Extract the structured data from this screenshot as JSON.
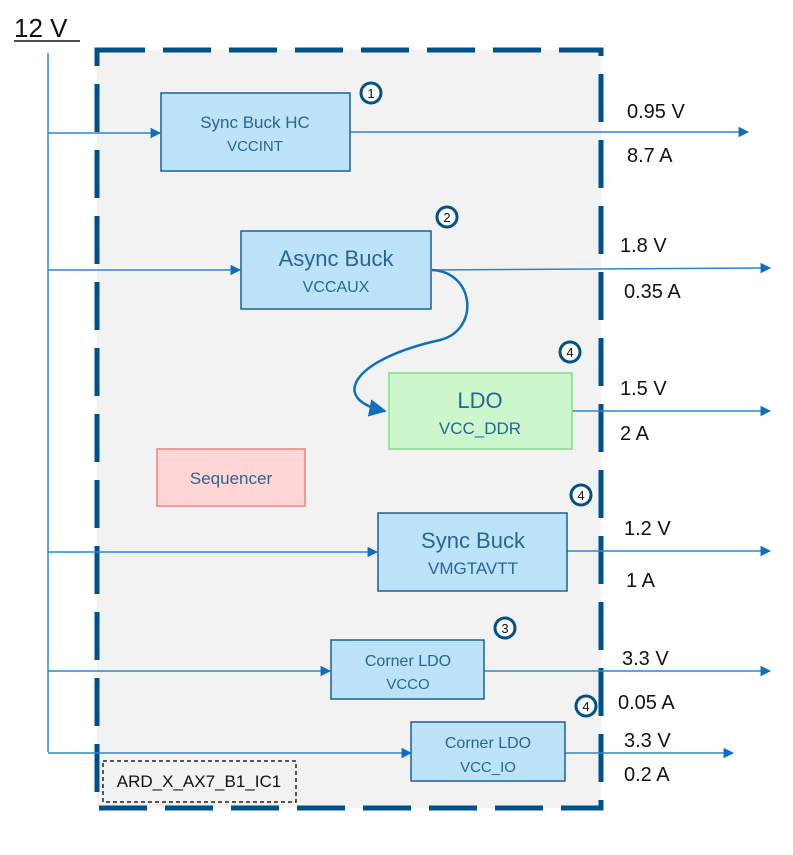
{
  "input_rail": {
    "label": "12 V"
  },
  "colors": {
    "border_dash": "#00508C",
    "ic_fill": "#F2F2F2",
    "wire": "#2E86C8",
    "arrow": "#0F6FBF",
    "buck_fill": "#BDE3FB",
    "buck_stroke": "#1F5E96",
    "block_text": "#2A6496",
    "ldo_fill": "#CCF7CC",
    "ldo_stroke": "#7EE07E",
    "seq_fill": "#FFD6D6",
    "seq_stroke": "#F08080",
    "badge_stroke": "#00508C",
    "output_text": "#111111"
  },
  "ic_label": "ARD_X_AX7_B1_IC1",
  "sequencer": {
    "label": "Sequencer"
  },
  "blocks": [
    {
      "id": "vccint",
      "type": "buck",
      "title": "Sync Buck HC",
      "rail": "VCCINT",
      "badge": "1",
      "voltage": "0.95 V",
      "current": "8.7 A"
    },
    {
      "id": "vccaux",
      "type": "buck",
      "title": "Async Buck",
      "rail": "VCCAUX",
      "badge": "2",
      "voltage": "1.8 V",
      "current": "0.35 A"
    },
    {
      "id": "vcc_ddr",
      "type": "ldo",
      "title": "LDO",
      "rail": "VCC_DDR",
      "badge": "4",
      "voltage": "1.5 V",
      "current": "2 A"
    },
    {
      "id": "vmgtavtt",
      "type": "buck",
      "title": "Sync Buck",
      "rail": "VMGTAVTT",
      "badge": "4",
      "voltage": "1.2 V",
      "current": "1 A"
    },
    {
      "id": "vcco",
      "type": "buck",
      "title": "Corner LDO",
      "rail": "VCCO",
      "badge": "3",
      "voltage": "3.3 V",
      "current": "0.05 A"
    },
    {
      "id": "vcc_io",
      "type": "buck",
      "title": "Corner LDO",
      "rail": "VCC_IO",
      "badge": "4",
      "voltage": "3.3 V",
      "current": "0.2 A"
    }
  ]
}
